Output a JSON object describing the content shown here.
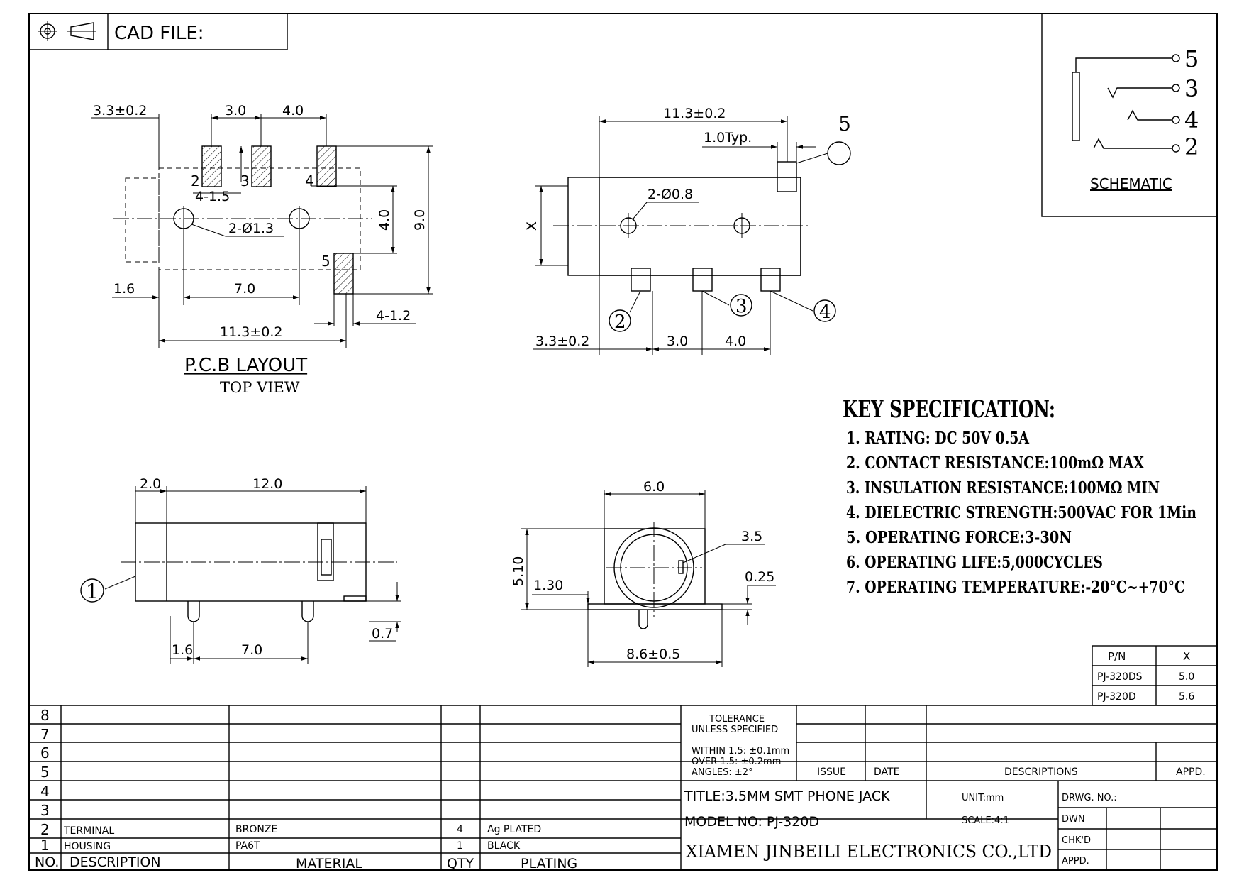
{
  "header": {
    "cad_file_label": "CAD FILE:"
  },
  "pcb_layout": {
    "title": "P.C.B LAYOUT",
    "subtitle": "TOP VIEW",
    "dims": {
      "d_3_3": "3.3±0.2",
      "d_3_0": "3.0",
      "d_4_0": "4.0",
      "pad_width": "4-1.5",
      "hole": "2-Ø1.3",
      "d_4_0v": "4.0",
      "d_9_0": "9.0",
      "d_1_6": "1.6",
      "d_7_0": "7.0",
      "pad5": "4-1.2",
      "d_11_3": "11.3±0.2"
    },
    "pins": [
      "2",
      "3",
      "4",
      "5"
    ]
  },
  "side_view": {
    "dims": {
      "d_11_3": "11.3±0.2",
      "typ": "1.0Typ.",
      "x": "X",
      "hole": "2-Ø0.8",
      "d_3_3": "3.3±0.2",
      "d_3_0": "3.0",
      "d_4_0": "4.0"
    },
    "pin_top": "5",
    "callouts": [
      "2",
      "3",
      "4"
    ]
  },
  "front_view": {
    "dims": {
      "d_2_0": "2.0",
      "d_12_0": "12.0",
      "d_1_6": "1.6",
      "d_7_0": "7.0",
      "d_0_7": "0.7"
    },
    "callout": "1"
  },
  "end_view": {
    "dims": {
      "d_6_0": "6.0",
      "d_3_5": "3.5",
      "d_0_25": "0.25",
      "d_5_10": "5.10",
      "d_1_30": "1.30",
      "d_8_6": "8.6±0.5"
    }
  },
  "schematic": {
    "label": "SCHEMATIC",
    "pins": [
      "5",
      "3",
      "4",
      "2"
    ]
  },
  "key_spec": {
    "title": "KEY SPECIFICATION:",
    "items": [
      "1. RATING: DC 50V   0.5A",
      "2. CONTACT RESISTANCE:100mΩ MAX",
      "3. INSULATION RESISTANCE:100MΩ MIN",
      "4. DIELECTRIC STRENGTH:500VAC FOR 1Min",
      "5. OPERATING FORCE:3-30N",
      "6. OPERATING LIFE:5,000CYCLES",
      "7. OPERATING TEMPERATURE:-20°C~+70°C"
    ]
  },
  "pn_table": {
    "headers": [
      "P/N",
      "X"
    ],
    "rows": [
      [
        "PJ-320DS",
        "5.0"
      ],
      [
        "PJ-320D",
        "5.6"
      ]
    ]
  },
  "bom": {
    "row_numbers": [
      "8",
      "7",
      "6",
      "5",
      "4",
      "3",
      "2",
      "1"
    ],
    "rows": [
      {
        "no": "2",
        "description": "TERMINAL",
        "material": "BRONZE",
        "qty": "4",
        "plating": "Ag PLATED"
      },
      {
        "no": "1",
        "description": "HOUSING",
        "material": "PA6T",
        "qty": "1",
        "plating": "BLACK"
      }
    ],
    "headers": {
      "no": "NO.",
      "description": "DESCRIPTION",
      "material": "MATERIAL",
      "qty": "QTY",
      "plating": "PLATING"
    }
  },
  "title_block": {
    "tolerance_title_1": "TOLERANCE",
    "tolerance_title_2": "UNLESS SPECIFIED",
    "tol_within": "WITHIN 1.5: ±0.1mm",
    "tol_over": "OVER 1.5:  ±0.2mm",
    "tol_angles": "ANGLES: ±2°",
    "issue": "ISSUE",
    "date": "DATE",
    "descriptions": "DESCRIPTIONS",
    "appd_rev": "APPD.",
    "title": "TITLE:3.5MM  SMT  PHONE  JACK",
    "unit": "UNIT:mm",
    "drwg_no": "DRWG. NO.:",
    "model": "MODEL  NO:   PJ-320D",
    "scale": "SCALE:4:1",
    "dwn": "DWN",
    "chkd": "CHK'D",
    "appd": "APPD.",
    "company": "XIAMEN JINBEILI ELECTRONICS CO.,LTD"
  },
  "symbols": {
    "projection": "projection-symbol-icon"
  }
}
